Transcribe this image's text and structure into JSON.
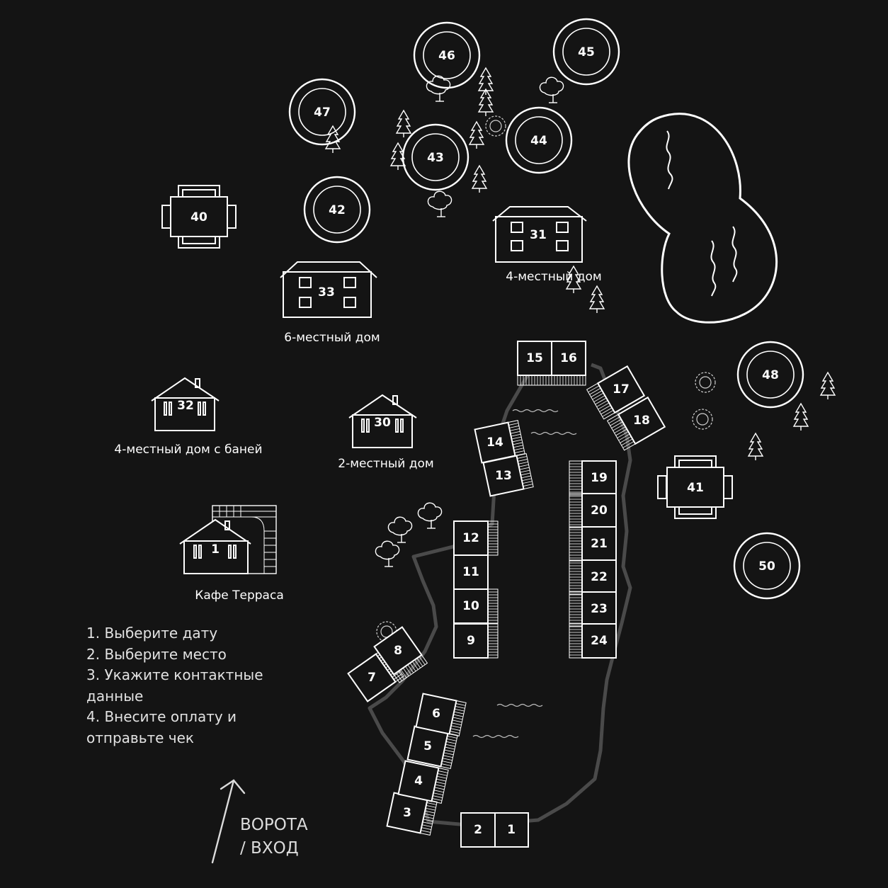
{
  "map": {
    "accent_color": "#ffffff",
    "background_color": "#141414",
    "path_color": "#4a4a4a"
  },
  "pier_slots": [
    {
      "id": "slot-1",
      "label": "1"
    },
    {
      "id": "slot-2",
      "label": "2"
    },
    {
      "id": "slot-3",
      "label": "3"
    },
    {
      "id": "slot-4",
      "label": "4"
    },
    {
      "id": "slot-5",
      "label": "5"
    },
    {
      "id": "slot-6",
      "label": "6"
    },
    {
      "id": "slot-7",
      "label": "7"
    },
    {
      "id": "slot-8",
      "label": "8"
    },
    {
      "id": "slot-9",
      "label": "9"
    },
    {
      "id": "slot-10",
      "label": "10"
    },
    {
      "id": "slot-11",
      "label": "11"
    },
    {
      "id": "slot-12",
      "label": "12"
    },
    {
      "id": "slot-13",
      "label": "13"
    },
    {
      "id": "slot-14",
      "label": "14"
    },
    {
      "id": "slot-15",
      "label": "15"
    },
    {
      "id": "slot-16",
      "label": "16"
    },
    {
      "id": "slot-17",
      "label": "17"
    },
    {
      "id": "slot-18",
      "label": "18"
    },
    {
      "id": "slot-19",
      "label": "19"
    },
    {
      "id": "slot-20",
      "label": "20"
    },
    {
      "id": "slot-21",
      "label": "21"
    },
    {
      "id": "slot-22",
      "label": "22"
    },
    {
      "id": "slot-23",
      "label": "23"
    },
    {
      "id": "slot-24",
      "label": "24"
    }
  ],
  "houses": {
    "h1": {
      "number": "1",
      "caption": "Кафе Терраса"
    },
    "h30": {
      "number": "30",
      "caption": "2-местный дом"
    },
    "h31": {
      "number": "31",
      "caption": "4-местный дом"
    },
    "h32": {
      "number": "32",
      "caption": "4-местный дом с баней"
    },
    "h33": {
      "number": "33",
      "caption": "6-местный дом"
    }
  },
  "gazebos": {
    "g40": {
      "number": "40"
    },
    "g41": {
      "number": "41"
    }
  },
  "tree_spots": {
    "t42": {
      "number": "42"
    },
    "t43": {
      "number": "43"
    },
    "t44": {
      "number": "44"
    },
    "t45": {
      "number": "45"
    },
    "t46": {
      "number": "46"
    },
    "t47": {
      "number": "47"
    },
    "t48": {
      "number": "48"
    },
    "t50": {
      "number": "50"
    }
  },
  "instructions": [
    "1. Выберите дату",
    "2. Выберите место",
    "3. Укажите контактные данные",
    "4. Внесите оплату и отправьте чек"
  ],
  "gate": {
    "line1": "ВОРОТА",
    "line2": "/ ВХОД"
  }
}
